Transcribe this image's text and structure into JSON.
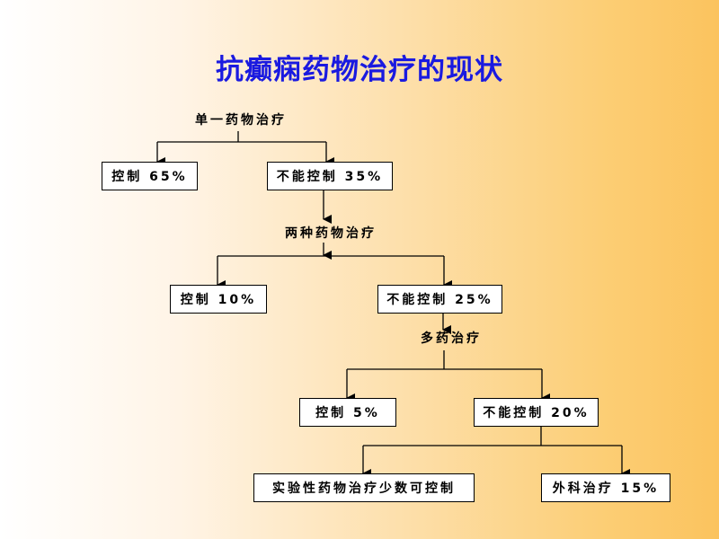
{
  "title": "抗癫痫药物治疗的现状",
  "stages": [
    {
      "label": "单一药物治疗",
      "controlled": "控制 65%",
      "uncontrolled": "不能控制 35%"
    },
    {
      "label": "两种药物治疗",
      "controlled": "控制 10%",
      "uncontrolled": "不能控制 25%"
    },
    {
      "label": "多药治疗",
      "controlled": "控制 5%",
      "uncontrolled": "不能控制 20%"
    }
  ],
  "final": {
    "experimental": "实验性药物治疗少数可控制",
    "surgery": "外科治疗 15%"
  },
  "colors": {
    "title": "#1a1ae0",
    "background_right": "#fbc35e"
  }
}
